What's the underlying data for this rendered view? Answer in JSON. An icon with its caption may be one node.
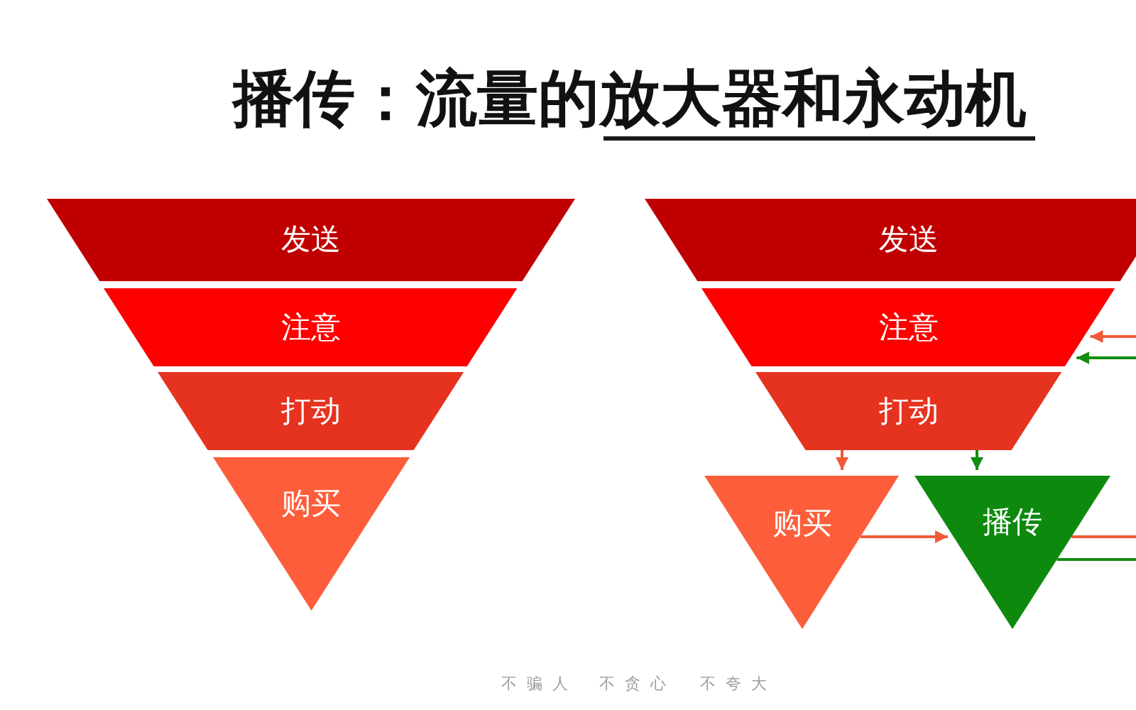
{
  "diagram": {
    "title": "播传：流量的放大器和永动机",
    "nodes": [
      {
        "text": [
          "发送"
        ]
      },
      {
        "text": [
          "注意"
        ]
      },
      {
        "text": [
          "打动"
        ]
      },
      {
        "text": [
          "购买"
        ]
      },
      {
        "text": [
          "发送"
        ]
      },
      {
        "text": [
          "注意"
        ]
      },
      {
        "text": [
          "打动"
        ]
      },
      {
        "text": [
          "购买"
        ]
      },
      {
        "text": [
          "播传"
        ]
      }
    ],
    "edges": [
      {
        "from": 6,
        "to": 7,
        "arrow": "to"
      },
      {
        "from": 6,
        "to": 8,
        "arrow": "to",
        "color": "#138c13"
      },
      {
        "from": 7,
        "to": 8,
        "arrow": "to"
      },
      {
        "from": 8,
        "to": null,
        "arrow": "none"
      },
      {
        "from": 8,
        "to": null,
        "arrow": "none",
        "color": "#138c13"
      },
      {
        "from": null,
        "to": 5,
        "arrow": "to"
      },
      {
        "from": null,
        "to": 5,
        "arrow": "to",
        "color": "#138c13"
      }
    ],
    "labels": [
      "不骗人",
      "不贪心",
      "不夸大"
    ]
  }
}
